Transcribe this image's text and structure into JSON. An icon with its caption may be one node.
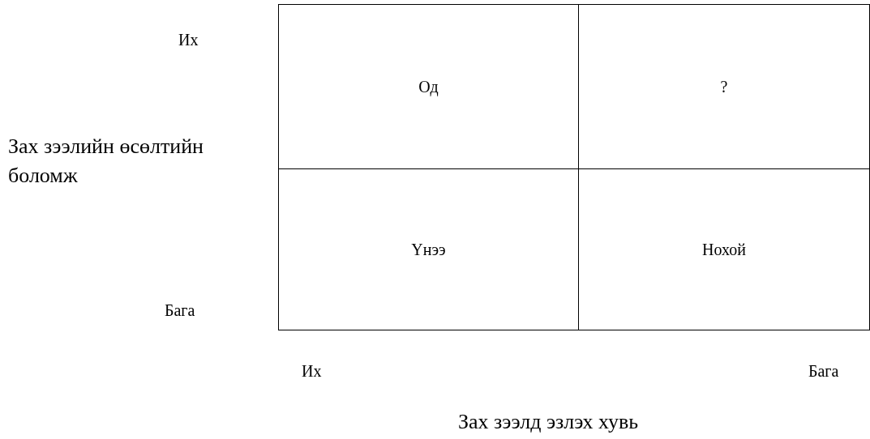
{
  "diagram": {
    "nodes": [
      {
        "text": [
          "Од"
        ]
      },
      {
        "text": [
          "?"
        ]
      },
      {
        "text": [
          "Үнээ"
        ]
      },
      {
        "text": [
          "Нохой"
        ]
      }
    ],
    "labels": [
      "Их",
      "Зах зээлийн өсөлтийн боломж",
      "Бага",
      "Их",
      "Бага",
      "Зах зээлд эзлэх хувь"
    ]
  }
}
